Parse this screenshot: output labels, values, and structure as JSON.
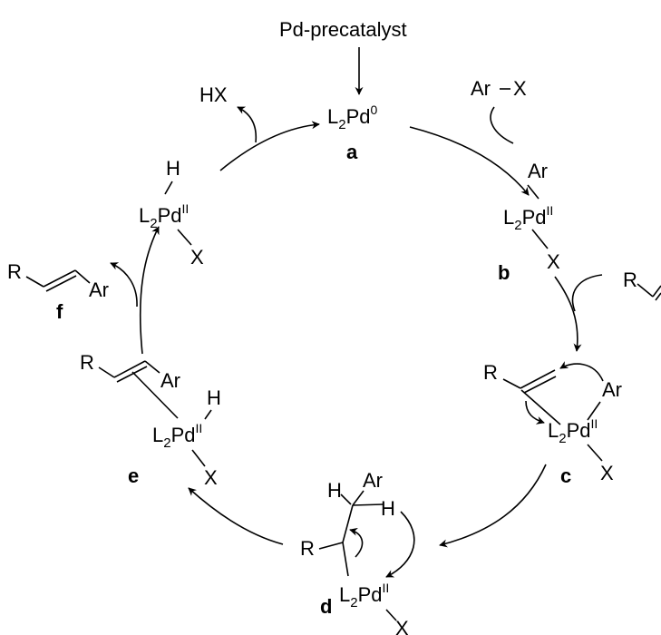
{
  "precatalyst": "Pd-precatalyst",
  "species": {
    "a": {
      "label": "a",
      "ligand": "L",
      "ligand_sub": "2",
      "metal": "Pd",
      "ox": "0"
    },
    "b": {
      "label": "b",
      "ligand": "L",
      "ligand_sub": "2",
      "metal": "Pd",
      "ox": "II",
      "aryl": "Ar",
      "halide": "X"
    },
    "c": {
      "label": "c",
      "ligand": "L",
      "ligand_sub": "2",
      "metal": "Pd",
      "ox": "II",
      "aryl": "Ar",
      "halide": "X",
      "r": "R"
    },
    "d": {
      "label": "d",
      "ligand": "L",
      "ligand_sub": "2",
      "metal": "Pd",
      "ox": "II",
      "aryl": "Ar",
      "halide": "X",
      "r": "R",
      "h1": "H",
      "h2": "H"
    },
    "e": {
      "label": "e",
      "ligand": "L",
      "ligand_sub": "2",
      "metal": "Pd",
      "ox": "II",
      "aryl": "Ar",
      "halide": "X",
      "r": "R",
      "h": "H"
    },
    "hydride": {
      "ligand": "L",
      "ligand_sub": "2",
      "metal": "Pd",
      "ox": "II",
      "h": "H",
      "halide": "X"
    }
  },
  "reagents": {
    "arx": {
      "ar": "Ar",
      "x": "X"
    },
    "alkene": {
      "r": "R"
    }
  },
  "products": {
    "f": {
      "label": "f",
      "r": "R",
      "ar": "Ar"
    },
    "hx": "HX"
  }
}
